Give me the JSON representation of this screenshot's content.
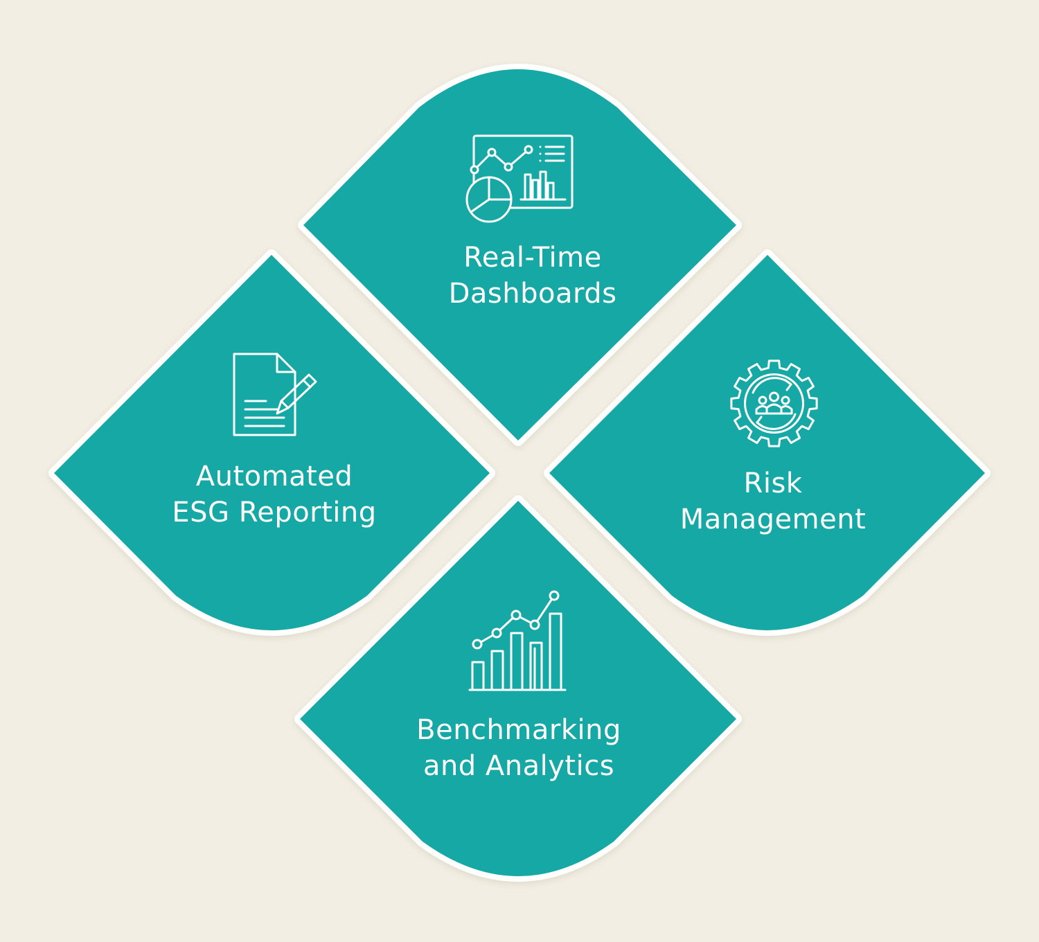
{
  "colors": {
    "background": "#f2eee3",
    "tile_fill": "#17a8a4",
    "tile_border": "#ffffff",
    "icon_stroke": "#ffffff"
  },
  "tiles": [
    {
      "id": "dashboards",
      "icon": "dashboard-icon",
      "lines": [
        "Real-Time",
        "Dashboards"
      ]
    },
    {
      "id": "esg-reporting",
      "icon": "document-pencil-icon",
      "lines": [
        "Automated",
        "ESG Reporting"
      ]
    },
    {
      "id": "risk",
      "icon": "gear-team-icon",
      "lines": [
        "Risk",
        "Management"
      ]
    },
    {
      "id": "benchmarking",
      "icon": "growth-chart-icon",
      "lines": [
        "Benchmarking",
        "and Analytics"
      ]
    }
  ]
}
